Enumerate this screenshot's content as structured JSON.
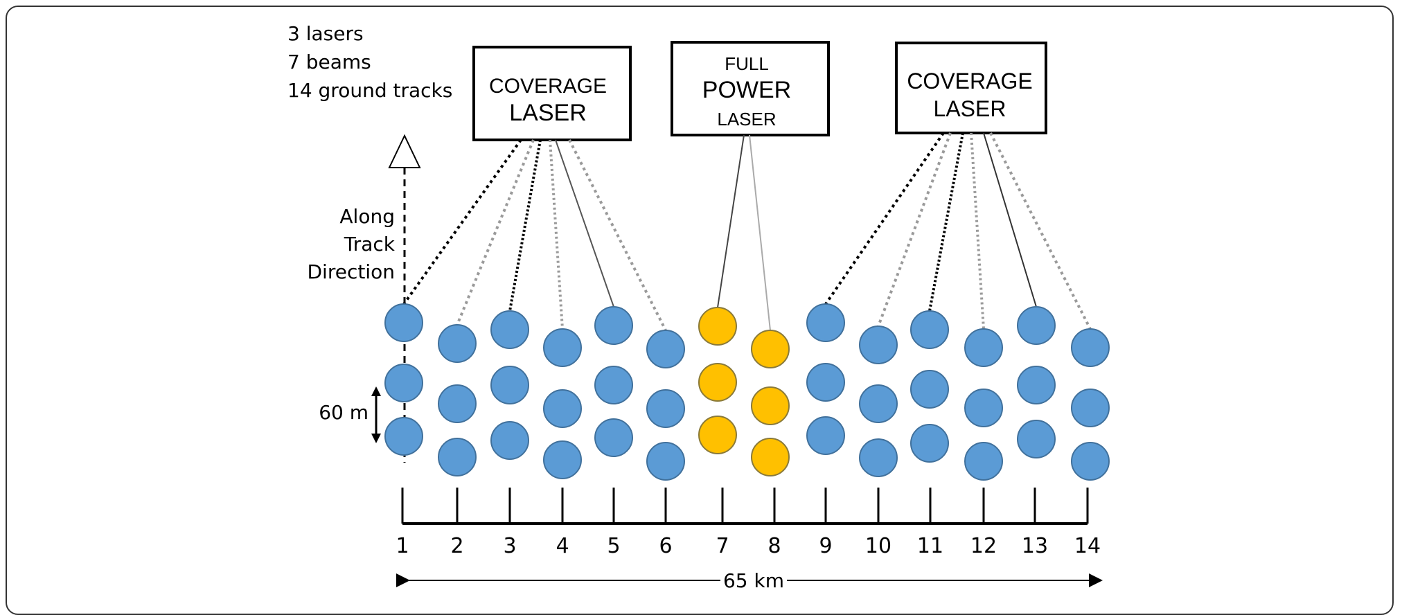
{
  "summary": {
    "line1": "3 lasers",
    "line2": "7 beams",
    "line3": "14 ground tracks"
  },
  "lasers": [
    {
      "top": "COVERAGE",
      "main": "LASER"
    },
    {
      "top": "FULL",
      "main": "POWER",
      "bottom": "LASER"
    },
    {
      "top": "COVERAGE",
      "main": "LASER"
    }
  ],
  "direction": {
    "line1": "Along",
    "line2": "Track",
    "line3": "Direction"
  },
  "spacing_label": "60 m",
  "swath_label": "65 km",
  "tracks": [
    "1",
    "2",
    "3",
    "4",
    "5",
    "6",
    "7",
    "8",
    "9",
    "10",
    "11",
    "12",
    "13",
    "14"
  ],
  "colors": {
    "coverage_spot": "#5b9bd5",
    "full_power_spot": "#ffc000",
    "spot_outline": "#41719c"
  }
}
